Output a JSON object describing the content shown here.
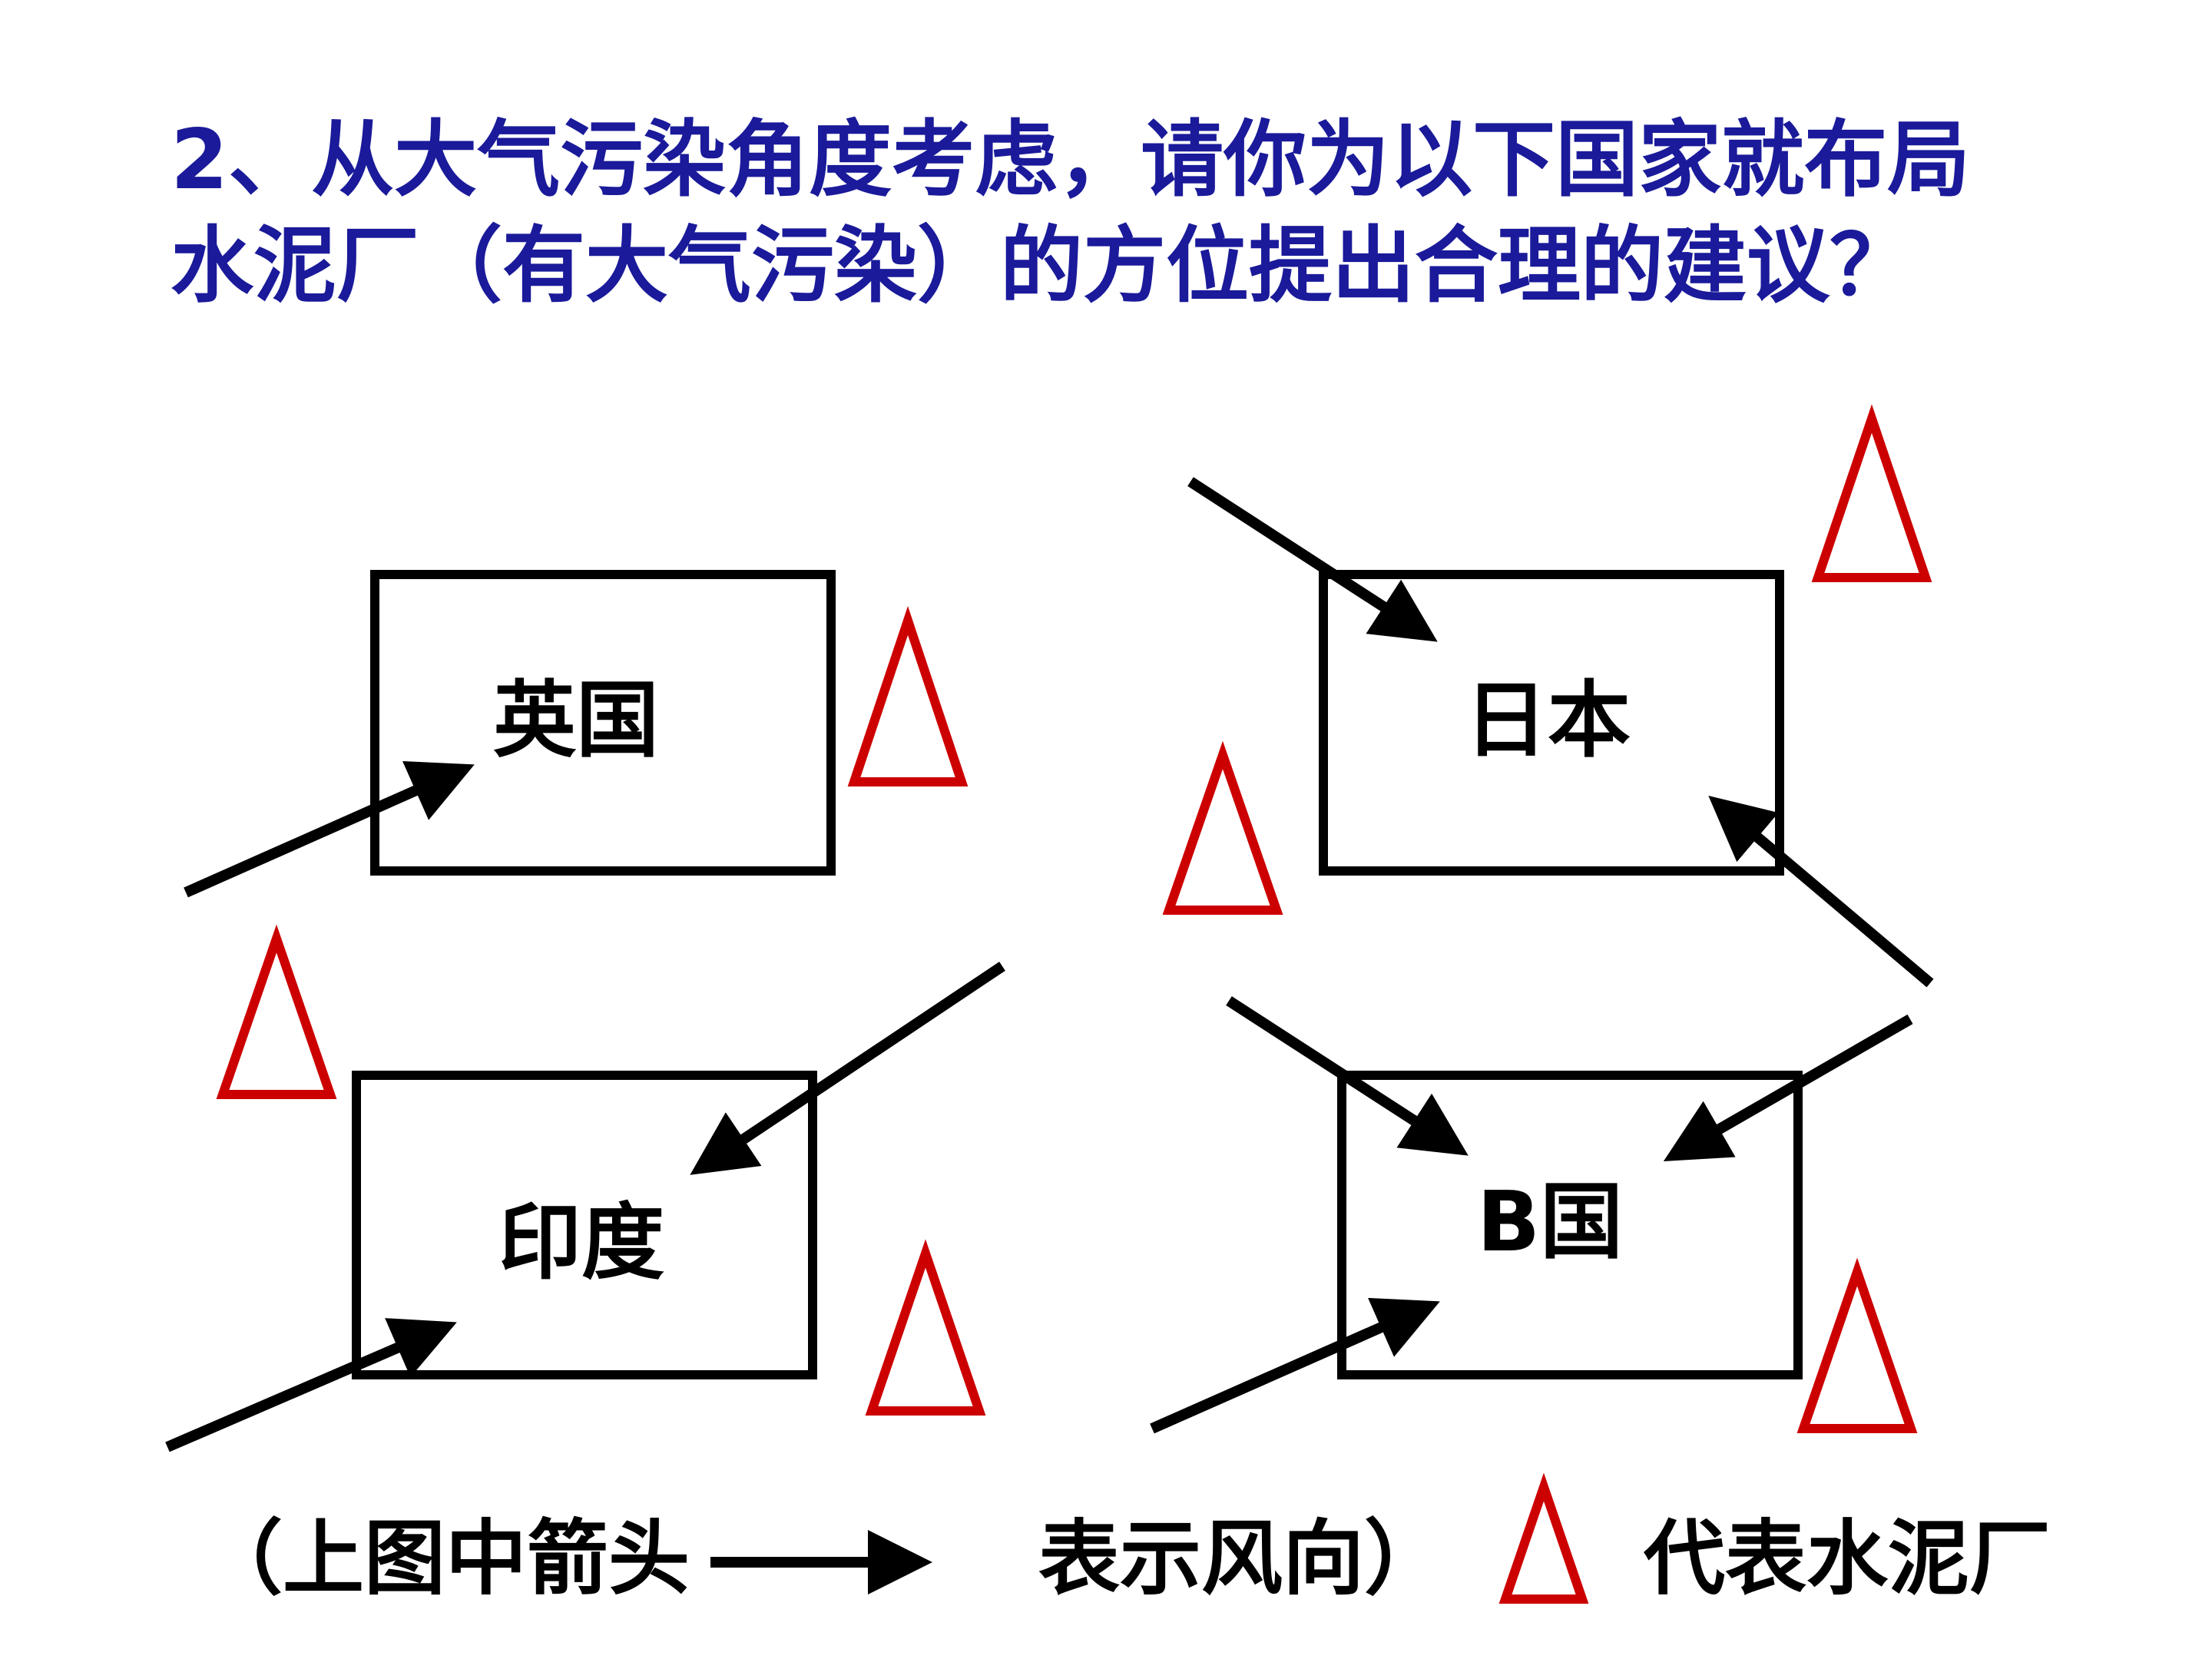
{
  "title": {
    "line1": "2、从大气污染角度考虑，请你为以下国家就布局",
    "line2": "水泥厂（有大气污染）的方位提出合理的建议？"
  },
  "countries": [
    {
      "id": "uk",
      "label": "英国"
    },
    {
      "id": "japan",
      "label": "日本"
    },
    {
      "id": "india",
      "label": "印度"
    },
    {
      "id": "b",
      "label": "B国"
    }
  ],
  "legend": {
    "arrow_prefix": "（上图中箭头",
    "arrow_suffix": "表示风向）",
    "triangle_label": "代表水泥厂"
  },
  "colors": {
    "title": "#1a1a9a",
    "triangle": "#cc0000",
    "outline": "#000000"
  },
  "icons": {
    "wind": "arrow-icon",
    "cement_plant": "triangle-icon"
  }
}
